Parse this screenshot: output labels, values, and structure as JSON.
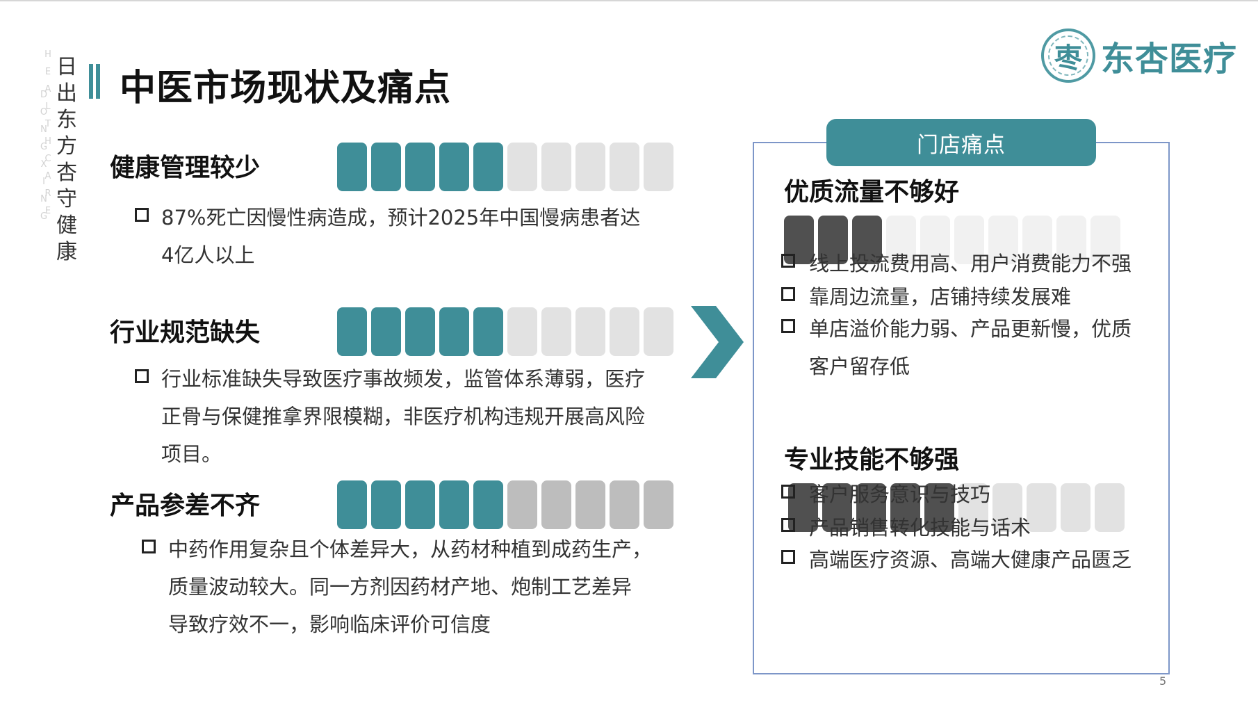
{
  "slogan": {
    "chars": [
      "日",
      "出",
      "东",
      "方",
      "杏",
      "守",
      "健",
      "康"
    ],
    "en_left": [
      "H",
      "E",
      "A",
      "L",
      "T",
      "H",
      "C",
      "A",
      "R",
      "E"
    ],
    "en_right": [
      "D",
      "O",
      "N",
      "G",
      "X",
      "I",
      "N",
      "G"
    ]
  },
  "page_title": "中医市场现状及痛点",
  "logo": {
    "mark": "枣",
    "text": "东杏医疗",
    "color": "#3f8e98"
  },
  "colors": {
    "accent": "#3f8e98",
    "empty_light": "#e2e2e2",
    "empty_mid": "#bdbdbd",
    "dark": "#505050",
    "empty_pale": "#f1f1f1",
    "panel_border": "#7d96c8"
  },
  "left_sections": [
    {
      "title": "健康管理较少",
      "filled": 5,
      "total": 10,
      "bullets": [
        {
          "lines": [
            "87%死亡因慢性病造成，预计2025年中国慢病患者达",
            "4亿人以上"
          ]
        }
      ]
    },
    {
      "title": "行业规范缺失",
      "filled": 5,
      "total": 10,
      "bullets": [
        {
          "lines": [
            "行业标准缺失导致医疗事故频发，监管体系薄弱，医疗",
            "正骨与保健推拿界限模糊，非医疗机构违规开展高风险",
            "项目。"
          ]
        }
      ]
    },
    {
      "title": "产品参差不齐",
      "filled": 5,
      "total": 10,
      "bullets": [
        {
          "lines": [
            "中药作用复杂且个体差异大，从药材种植到成药生产，",
            "质量波动较大。同一方剂因药材产地、炮制工艺差异",
            "导致疗效不一，影响临床评价可信度"
          ]
        }
      ]
    }
  ],
  "right_panel": {
    "tag": "门店痛点",
    "sections": [
      {
        "title": "优质流量不够好",
        "filled": 3,
        "total": 10,
        "bullets": [
          {
            "lines": [
              "线上投流费用高、用户消费能力不强"
            ]
          },
          {
            "lines": [
              "靠周边流量，店铺持续发展难"
            ]
          },
          {
            "lines": [
              "单店溢价能力弱、产品更新慢，优质",
              "客户留存低"
            ]
          }
        ]
      },
      {
        "title": "专业技能不够强",
        "filled": 5,
        "total": 10,
        "bullets": [
          {
            "lines": [
              "客户服务意识与技巧"
            ]
          },
          {
            "lines": [
              "产品销售转化技能与话术"
            ]
          },
          {
            "lines": [
              "高端医疗资源、高端大健康产品匮乏"
            ]
          }
        ]
      }
    ]
  },
  "page_number": "5"
}
